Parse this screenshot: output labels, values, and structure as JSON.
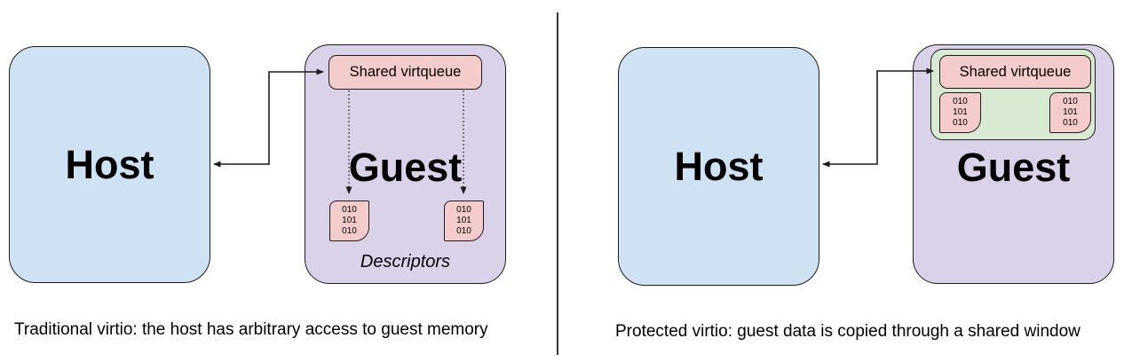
{
  "colors": {
    "host_fill": "#cfe2f3",
    "guest_fill": "#d9d2e9",
    "virtqueue_fill": "#f4cccc",
    "descriptor_fill": "#f4cccc",
    "shared_window_fill": "#d9ead3",
    "border": "#1c1c1c"
  },
  "left_diagram": {
    "host_label": "Host",
    "guest_label": "Guest",
    "virtqueue_label": "Shared virtqueue",
    "descriptors_label": "Descriptors",
    "descriptor_a": {
      "lines": [
        "010",
        "101",
        "010"
      ]
    },
    "descriptor_b": {
      "lines": [
        "010",
        "101",
        "010"
      ]
    },
    "caption": "Traditional virtio: the host has arbitrary access to guest memory"
  },
  "right_diagram": {
    "host_label": "Host",
    "guest_label": "Guest",
    "virtqueue_label": "Shared virtqueue",
    "buffer_a": {
      "lines": [
        "010",
        "101",
        "010"
      ]
    },
    "buffer_b": {
      "lines": [
        "010",
        "101",
        "010"
      ]
    },
    "caption": "Protected virtio: guest data is copied through a shared window"
  }
}
